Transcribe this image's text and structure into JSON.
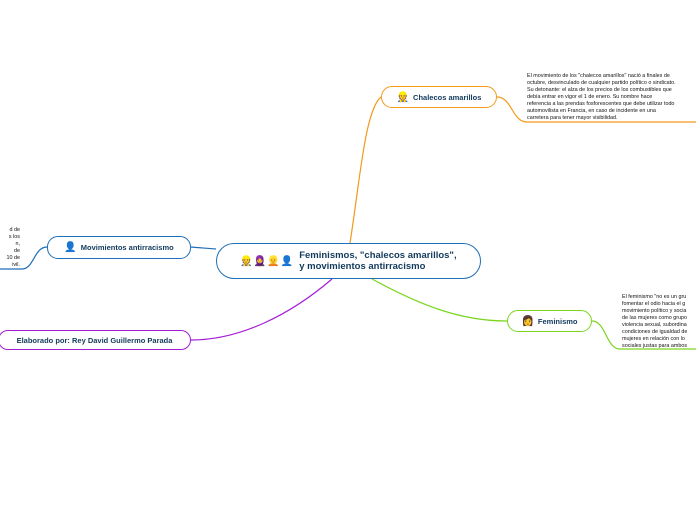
{
  "central": {
    "title": "Feminismos, \"chalecos amarillos\",\ny movimientos antirracismo",
    "icons": [
      "worker-icon",
      "person-purple-hair-icon",
      "blond-person-icon",
      "dark-person-icon"
    ]
  },
  "chalecos": {
    "label": "Chalecos amarillos",
    "icon": "worker-icon",
    "note": "El movimiento de los \"chalecos amarillos\" nació a finales de\noctubre, desvinculado de cualquier partido político o sindicato.\nSu detonante: el alza de los precios de los combustibles que\ndebía entrar en vigor el 1 de enero. Su nombre hace\nreferencia a las prendas fosforescentes que debe utilizar todo\nautomovilista en Francia, en caso de incidente en una\ncarretera para tener mayor visibilidad."
  },
  "feminismo": {
    "label": "Feminismo",
    "icon": "woman-icon",
    "note": "El feminismo \"no es un gru\nfomentar el odio hacia el g\nmovimiento político y socia\nde las mujeres como grupo\nviolencia sexual, subordina\ncondiciones de igualdad de\nmujeres en relación con lo\nsociales justas para ambos"
  },
  "antirracismo": {
    "label": "Movimientos antirracismo",
    "icon": "dark-person-icon",
    "note": "d de\ns los\nn,\nde\n10 de\nivil."
  },
  "autor": {
    "label": "Elaborado por: Rey David Guillermo Parada"
  },
  "colors": {
    "chalecos": "#f29a1a",
    "feminismo": "#7ad51f",
    "antirracismo": "#1e6fb8",
    "autor": "#a41ed6",
    "text": "#123a5c"
  }
}
